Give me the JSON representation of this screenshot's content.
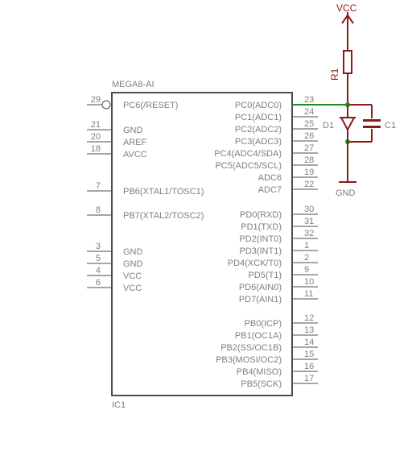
{
  "ic": {
    "name": "MEGA8-AI",
    "ref": "IC1",
    "left_pins": [
      {
        "num": "29",
        "label": "PC6(/RESET)",
        "inverted": true
      },
      {
        "num": "21",
        "label": "GND"
      },
      {
        "num": "20",
        "label": "AREF"
      },
      {
        "num": "18",
        "label": "AVCC"
      },
      {
        "num": "7",
        "label": "PB6(XTAL1/TOSC1)"
      },
      {
        "num": "8",
        "label": "PB7(XTAL2/TOSC2)"
      },
      {
        "num": "3",
        "label": "GND"
      },
      {
        "num": "5",
        "label": "GND"
      },
      {
        "num": "4",
        "label": "VCC"
      },
      {
        "num": "6",
        "label": "VCC"
      }
    ],
    "right_pins": [
      {
        "num": "23",
        "label": "PC0(ADC0)",
        "connected": true
      },
      {
        "num": "24",
        "label": "PC1(ADC1)"
      },
      {
        "num": "25",
        "label": "PC2(ADC2)"
      },
      {
        "num": "26",
        "label": "PC3(ADC3)"
      },
      {
        "num": "27",
        "label": "PC4(ADC4/SDA)"
      },
      {
        "num": "28",
        "label": "PC5(ADC5/SCL)"
      },
      {
        "num": "19",
        "label": "ADC6"
      },
      {
        "num": "22",
        "label": "ADC7"
      },
      {
        "num": "30",
        "label": "PD0(RXD)"
      },
      {
        "num": "31",
        "label": "PD1(TXD)"
      },
      {
        "num": "32",
        "label": "PD2(INT0)"
      },
      {
        "num": "1",
        "label": "PD3(INT1)"
      },
      {
        "num": "2",
        "label": "PD4(XCK/T0)"
      },
      {
        "num": "9",
        "label": "PD5(T1)"
      },
      {
        "num": "10",
        "label": "PD6(AIN0)"
      },
      {
        "num": "11",
        "label": "PD7(AIN1)"
      },
      {
        "num": "12",
        "label": "PB0(ICP)"
      },
      {
        "num": "13",
        "label": "PB1(OC1A)"
      },
      {
        "num": "14",
        "label": "PB2(SS/OC1B)"
      },
      {
        "num": "15",
        "label": "PB3(MOSI/OC2)"
      },
      {
        "num": "16",
        "label": "PB4(MISO)"
      },
      {
        "num": "17",
        "label": "PB5(SCK)"
      }
    ]
  },
  "components": {
    "vcc": "VCC",
    "gnd": "GND",
    "r1": "R1",
    "d1": "D1",
    "c1": "C1"
  },
  "colors": {
    "component": "#8b1a1a",
    "wire": "#1f8a1f",
    "outline": "#4d4d4d",
    "text": "#7f7f7f"
  }
}
